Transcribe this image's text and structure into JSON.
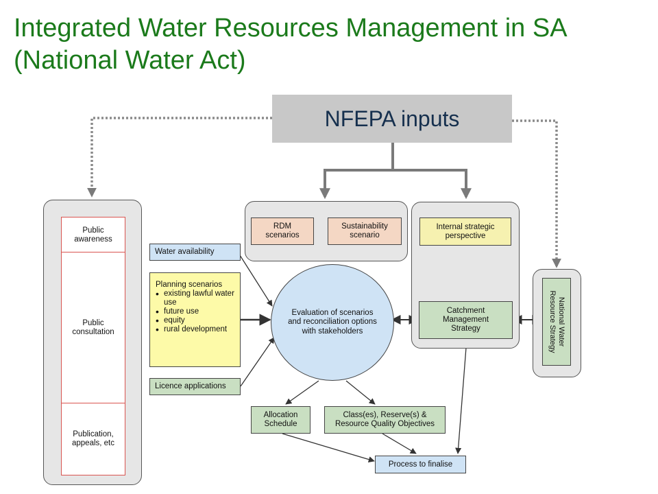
{
  "title": {
    "line1": "Integrated Water Resources Management in SA",
    "line2": "(National Water Act)"
  },
  "nfepa": "NFEPA inputs",
  "public": {
    "awareness": "Public awareness",
    "consultation": "Public consultation",
    "publication": "Publication, appeals, etc"
  },
  "rdm": "RDM scenarios",
  "sustainability": "Sustainability scenario",
  "internal": "Internal strategic perspective",
  "water_availability": "Water availability",
  "planning": {
    "heading": "Planning scenarios",
    "items": [
      "existing lawful water use",
      "future use",
      "equity",
      "rural development"
    ]
  },
  "licence": "Licence applications",
  "evaluation": "Evaluation of scenarios and reconciliation options with stakeholders",
  "catchment": "Catchment Management Strategy",
  "nwrs": "National Water Resource Strategy",
  "allocation": "Allocation Schedule",
  "classes": "Class(es), Reserve(s) & Resource Quality Objectives",
  "finalise": "Process to finalise",
  "colors": {
    "title": "#1b7a1b",
    "nfepa_bg": "#c8c8c8",
    "nfepa_text": "#16304e",
    "pink": "#f4d7c4",
    "yellow": "#fdfaa8",
    "green": "#c9dfc2",
    "blue": "#cfe3f5",
    "public_border": "#d9534f"
  }
}
